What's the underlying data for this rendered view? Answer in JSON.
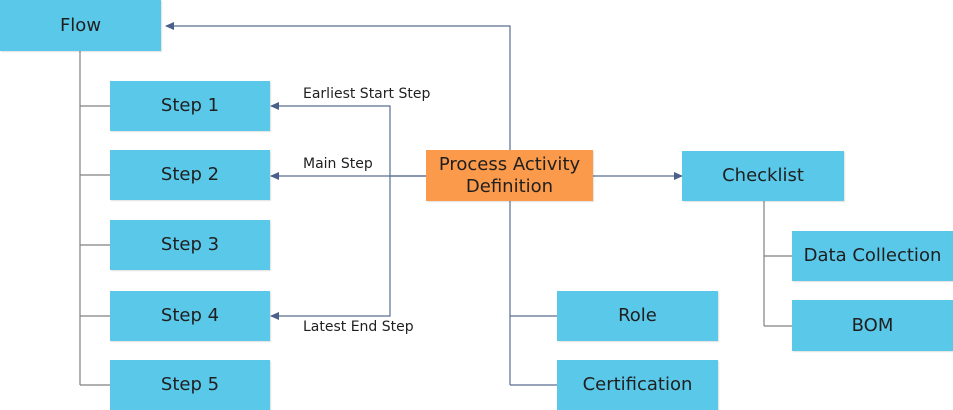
{
  "diagram": {
    "flow": "Flow",
    "steps": [
      "Step 1",
      "Step 2",
      "Step 3",
      "Step 4",
      "Step 5"
    ],
    "center": "Process Activity Definition",
    "checklist": "Checklist",
    "checklist_children": [
      "Data Collection",
      "BOM"
    ],
    "role": "Role",
    "certification": "Certification",
    "edge_labels": {
      "earliest_start": "Earliest Start Step",
      "main": "Main Step",
      "latest_end": "Latest End Step"
    }
  },
  "colors": {
    "box": "#5ac8e8",
    "center_box": "#fb9a4a",
    "line": "#5a6d91",
    "tree_line": "#7f7f7f"
  }
}
